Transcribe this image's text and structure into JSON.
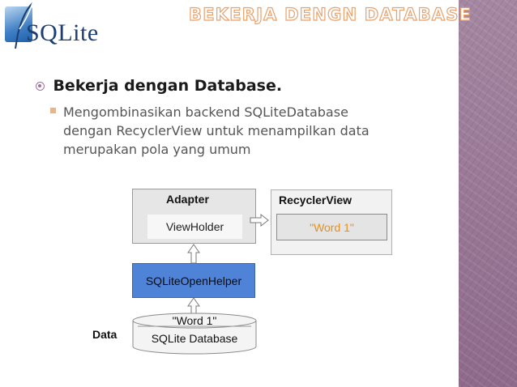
{
  "slide": {
    "title": "BEKERJA DENGN DATABASE",
    "logo_text": "SQLite"
  },
  "bullets": {
    "main": "Bekerja dengan Database.",
    "sub_lines": [
      "Mengombinasikan backend SQLiteDatabase",
      "dengan RecyclerView untuk menampilkan data",
      "merupakan pola yang umum"
    ]
  },
  "diagram": {
    "adapter_label": "Adapter",
    "viewholder_label": "ViewHolder",
    "recyclerview_label": "RecyclerView",
    "recycler_item_text": "\"Word 1\"",
    "helper_label": "SQLiteOpenHelper",
    "database_row_text": "\"Word 1\"",
    "database_label": "SQLite Database",
    "data_label": "Data"
  },
  "colors": {
    "title_outline": "#e8a36e",
    "side_strip": "#9a7597",
    "helper_box": "#4f83d8",
    "word_text": "#e69020",
    "bullet_square": "#e8b48a"
  }
}
